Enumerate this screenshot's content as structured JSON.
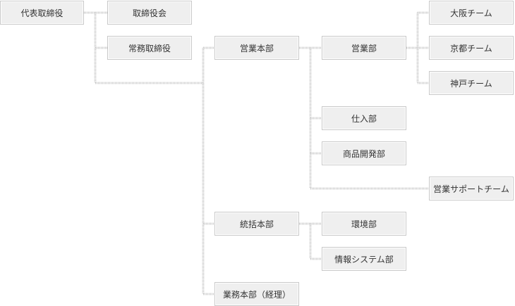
{
  "org_chart": {
    "nodes": [
      {
        "id": "ceo",
        "label": "代表取締役",
        "parent": null
      },
      {
        "id": "director",
        "label": "取締役会",
        "parent": "ceo"
      },
      {
        "id": "managing-director",
        "label": "常務取締役",
        "parent": "ceo"
      },
      {
        "id": "sales-hq",
        "label": "営業本部",
        "parent": "ceo"
      },
      {
        "id": "sales-dept",
        "label": "営業部",
        "parent": "sales-hq"
      },
      {
        "id": "osaka-team",
        "label": "大阪チーム",
        "parent": "sales-dept"
      },
      {
        "id": "kyoto-team",
        "label": "京都チーム",
        "parent": "sales-dept"
      },
      {
        "id": "kobe-team",
        "label": "神戸チーム",
        "parent": "sales-dept"
      },
      {
        "id": "purchasing",
        "label": "仕入部",
        "parent": "sales-hq"
      },
      {
        "id": "product-dev",
        "label": "商品開発部",
        "parent": "sales-hq"
      },
      {
        "id": "sales-support",
        "label": "営業サポートチーム",
        "parent": "sales-hq"
      },
      {
        "id": "general-hq",
        "label": "統括本部",
        "parent": "ceo"
      },
      {
        "id": "environment",
        "label": "環境部",
        "parent": "general-hq"
      },
      {
        "id": "info-systems",
        "label": "情報システム部",
        "parent": "general-hq"
      },
      {
        "id": "admin-hq",
        "label": "業務本部（経理）",
        "parent": "ceo"
      }
    ]
  },
  "colors": {
    "box_fill": "#efefef",
    "box_border": "#c9c9c9",
    "connector": "#c8c8c8",
    "text": "#333333"
  }
}
